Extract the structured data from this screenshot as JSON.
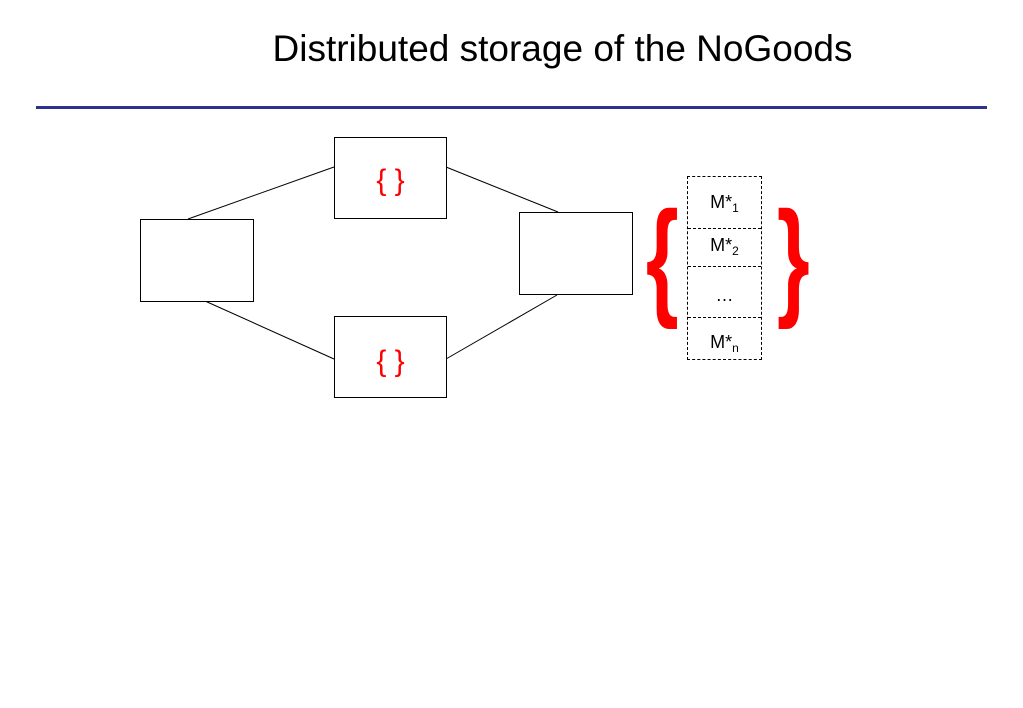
{
  "slide": {
    "title": "Distributed storage of the NoGoods"
  },
  "colors": {
    "rule": "#2e3192",
    "braces": "#ff0000",
    "lines": "#000000"
  },
  "nodes": {
    "top_label": "{  }",
    "bottom_label": "{  }"
  },
  "stack": {
    "open_brace": "{",
    "close_brace": "}",
    "cells": [
      {
        "base": "M*",
        "sub": "1"
      },
      {
        "base": "M*",
        "sub": "2"
      },
      {
        "base": "…",
        "sub": ""
      },
      {
        "base": "M*",
        "sub": "n"
      }
    ]
  }
}
